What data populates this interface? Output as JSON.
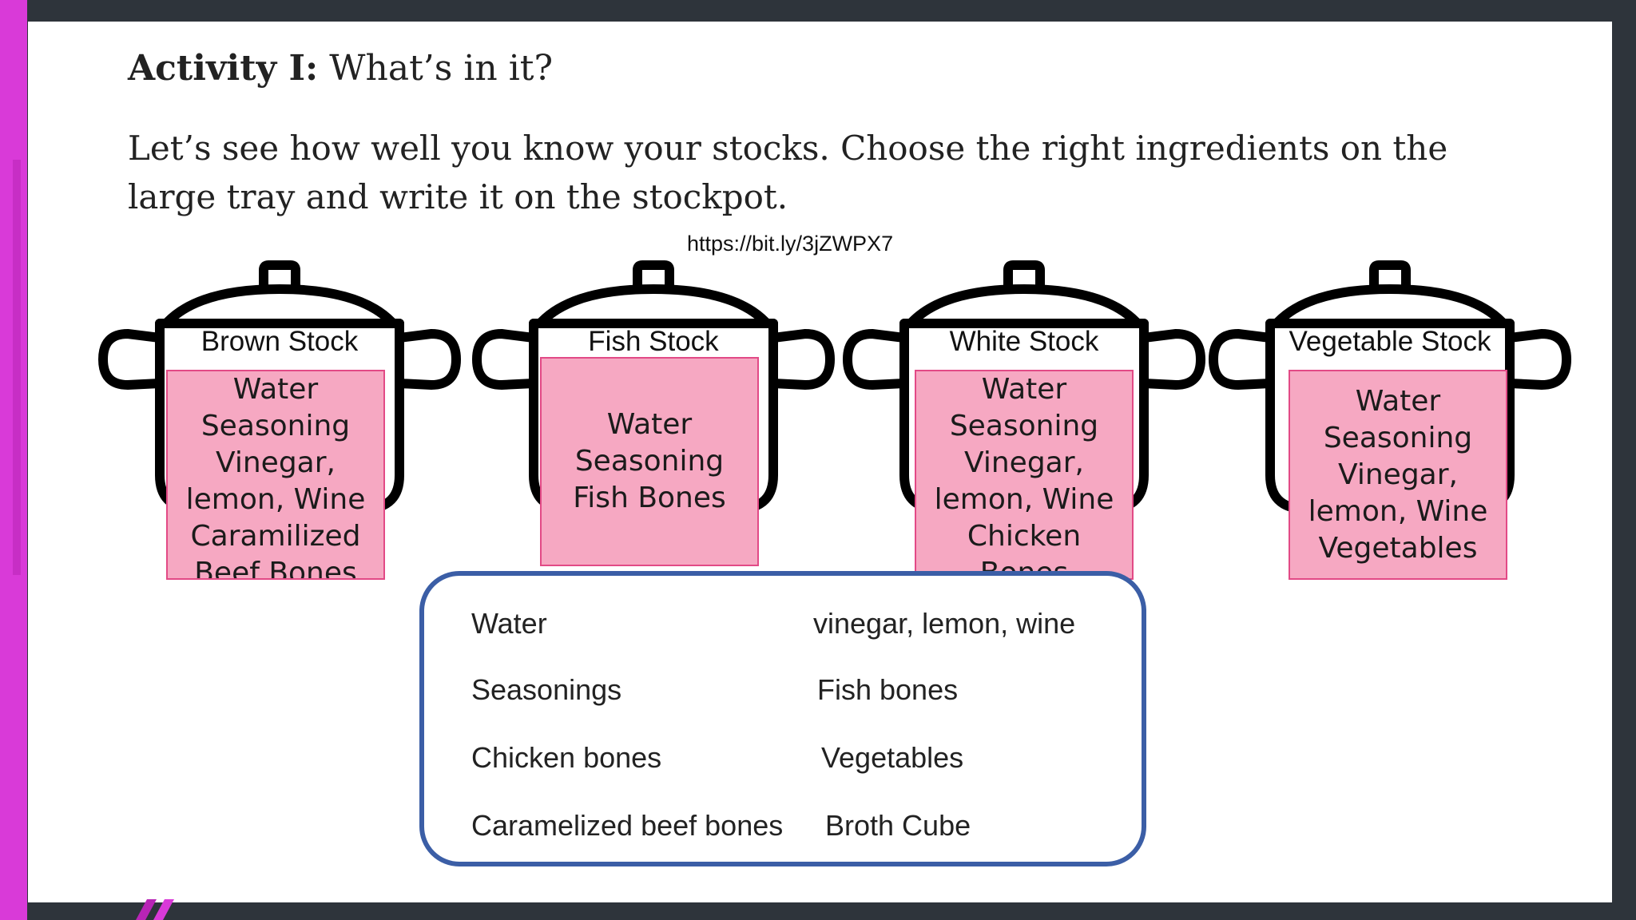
{
  "activity": {
    "title_bold": "Activity I:",
    "title_rest": " What’s in it?",
    "instructions": "Let’s see how well you know your stocks. Choose the right ingredients on the large tray and write it on the stockpot.",
    "url": "https://bit.ly/3jZWPX7"
  },
  "pots": [
    {
      "label": "Brown Stock",
      "answer": "Water\nSeasoning\nVinegar,\nlemon, Wine\nCaramilized\nBeef Bones"
    },
    {
      "label": "Fish Stock",
      "answer": "Water\nSeasoning\nFish Bones"
    },
    {
      "label": "White Stock",
      "answer": "Water\nSeasoning\nVinegar,\nlemon, Wine\nChicken\nBones"
    },
    {
      "label": "Vegetable Stock",
      "answer": "Water\nSeasoning\nVinegar,\nlemon, Wine\nVegetables"
    }
  ],
  "tray": {
    "left_items": [
      "Water",
      "Seasonings",
      "Chicken bones",
      "Caramelized beef bones"
    ],
    "right_items": [
      "vinegar, lemon, wine",
      "Fish bones",
      "Vegetables",
      "Broth Cube"
    ]
  },
  "colors": {
    "accent_bar": "#d93ad8",
    "frame": "#2e343b",
    "sticky_note": "#f6a8c2",
    "sticky_border": "#e24a86",
    "tray_border": "#3b5ea6"
  }
}
